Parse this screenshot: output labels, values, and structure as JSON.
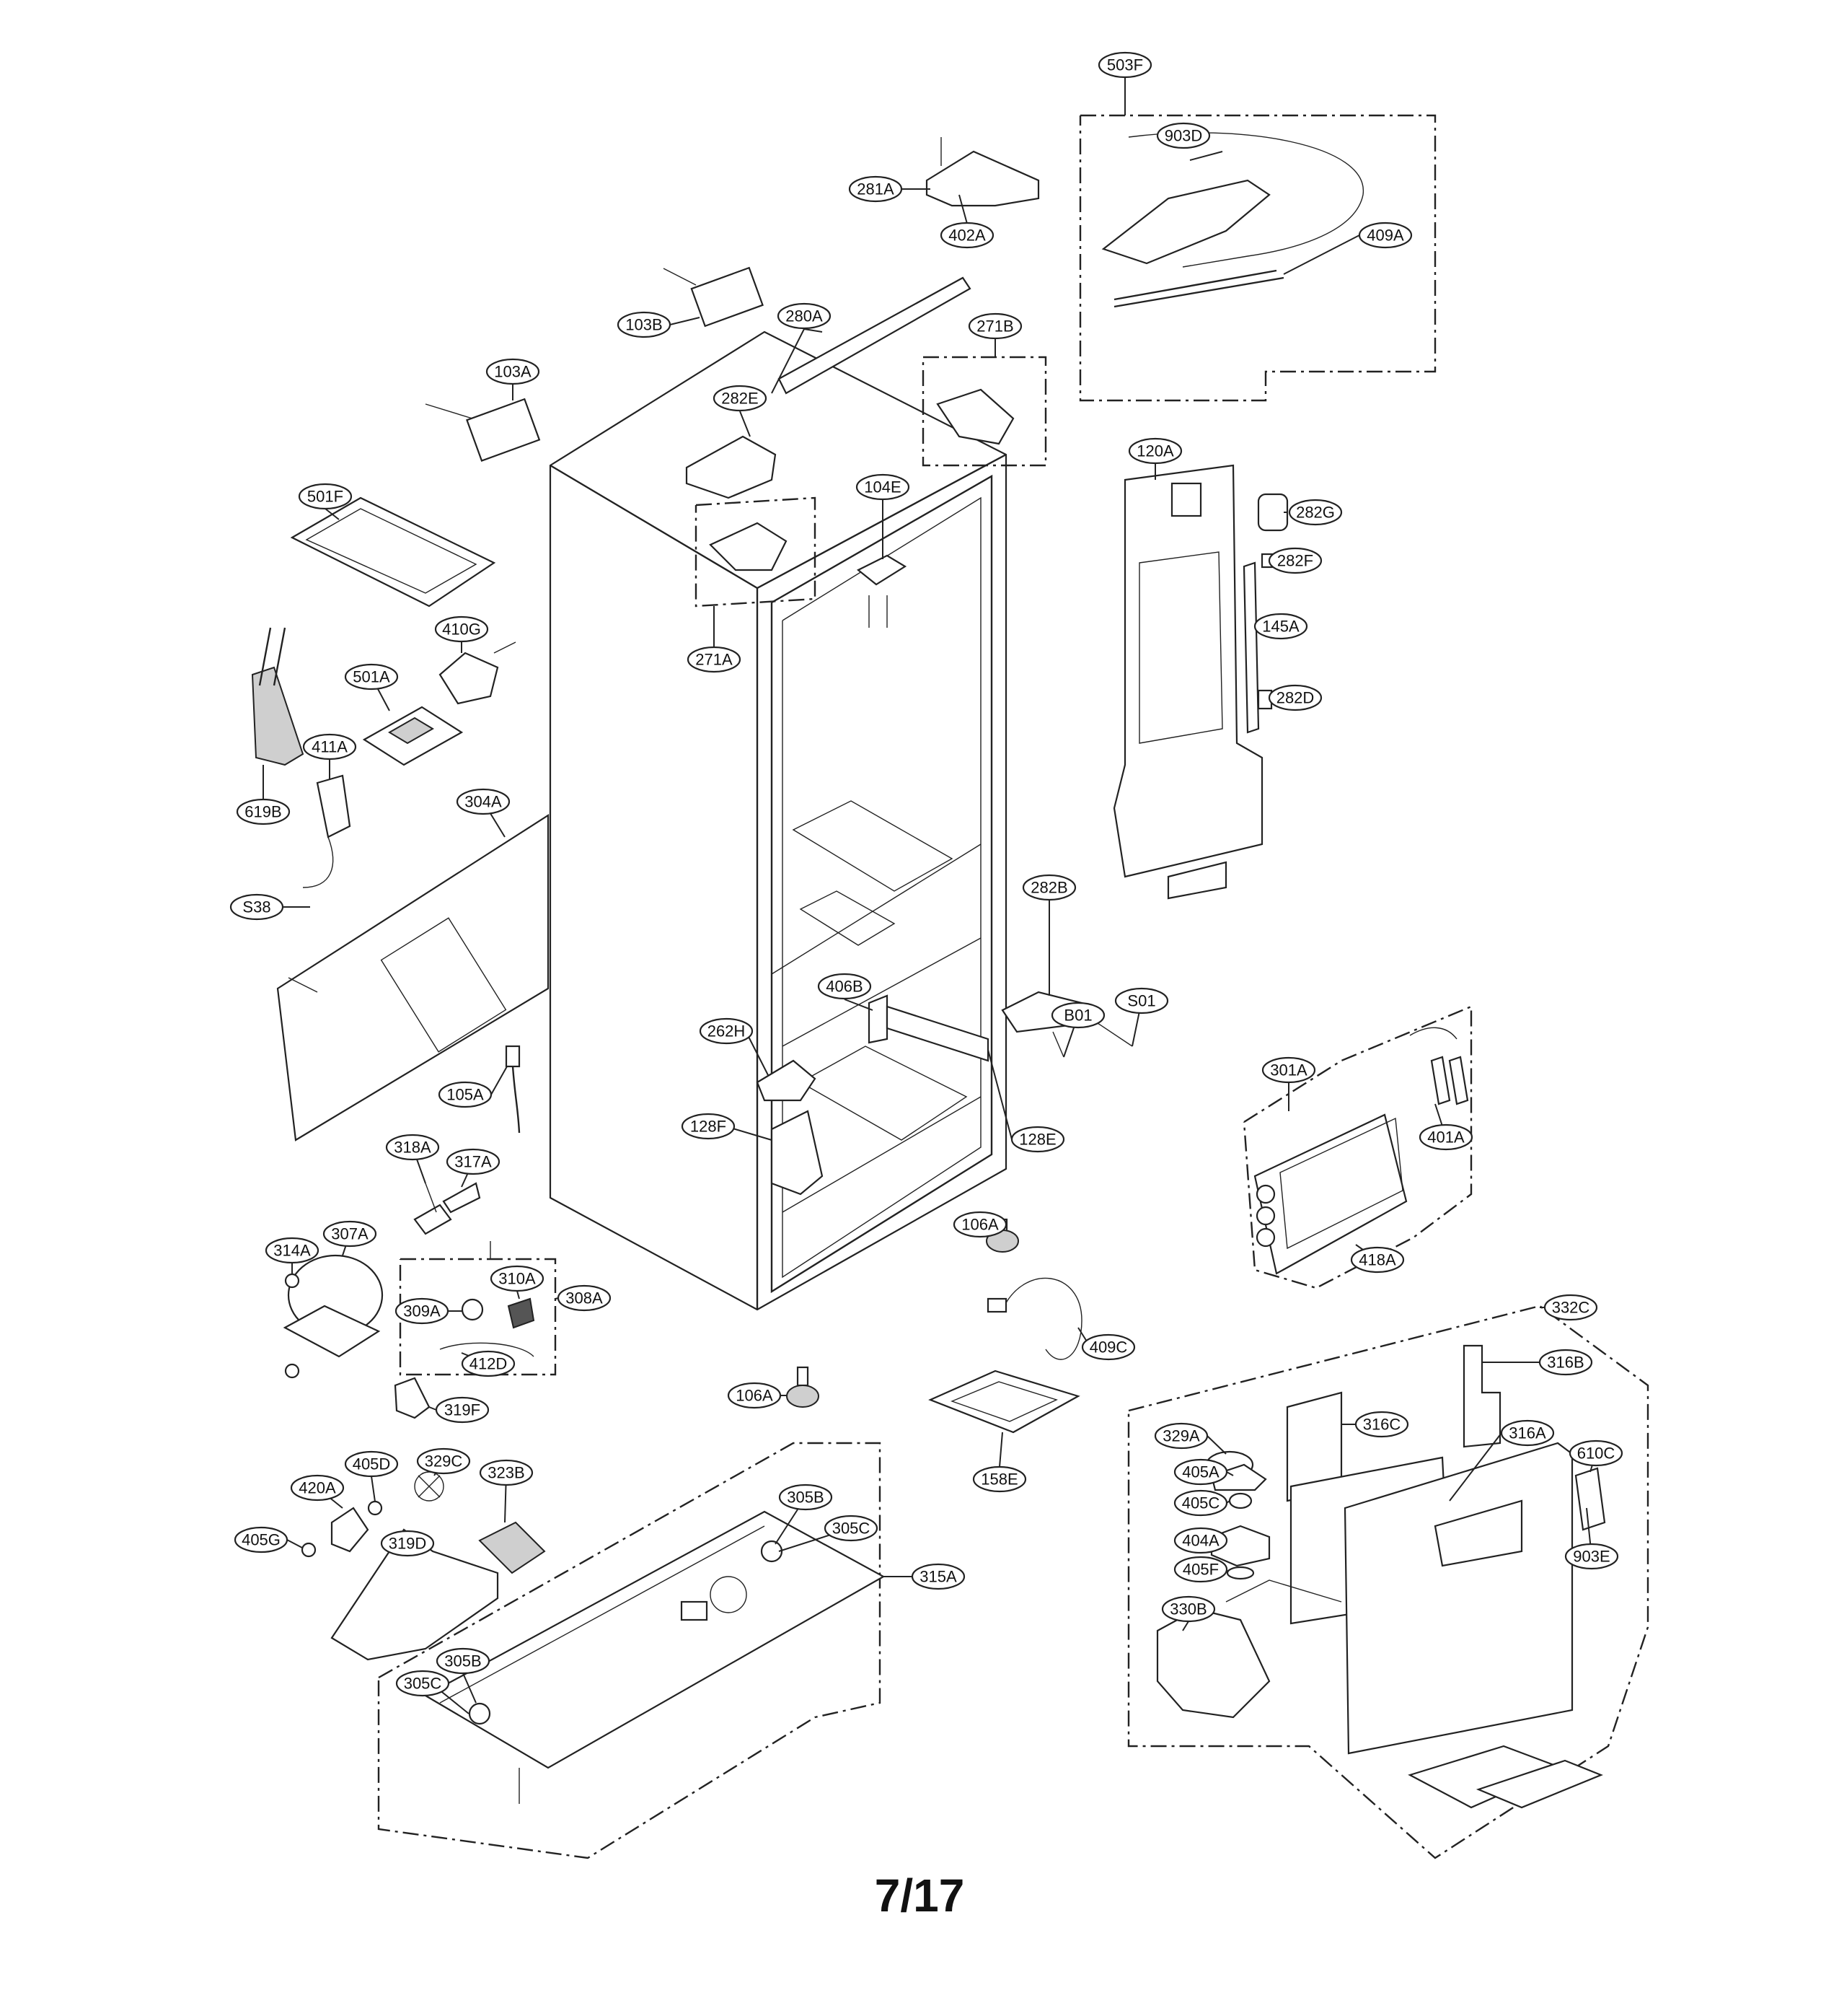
{
  "page_number": "7/17",
  "labels": [
    "503F",
    "903D",
    "409A",
    "281A",
    "402A",
    "103B",
    "280A",
    "271B",
    "103A",
    "282E",
    "120A",
    "282G",
    "282F",
    "104E",
    "145A",
    "501F",
    "410G",
    "271A",
    "282D",
    "501A",
    "411A",
    "619B",
    "304A",
    "282B",
    "S38",
    "S01",
    "406B",
    "B01",
    "262H",
    "301A",
    "128F",
    "128E",
    "105A",
    "401A",
    "318A",
    "317A",
    "106A",
    "418A",
    "314A",
    "307A",
    "310A",
    "308A",
    "309A",
    "412D",
    "409C",
    "332C",
    "316B",
    "106A",
    "319F",
    "316C",
    "329A",
    "316A",
    "610C",
    "158E",
    "405D",
    "329C",
    "323B",
    "420A",
    "405A",
    "305B",
    "405C",
    "305C",
    "405G",
    "319D",
    "315A",
    "903E",
    "404A",
    "405F",
    "330B",
    "305B",
    "305C"
  ]
}
